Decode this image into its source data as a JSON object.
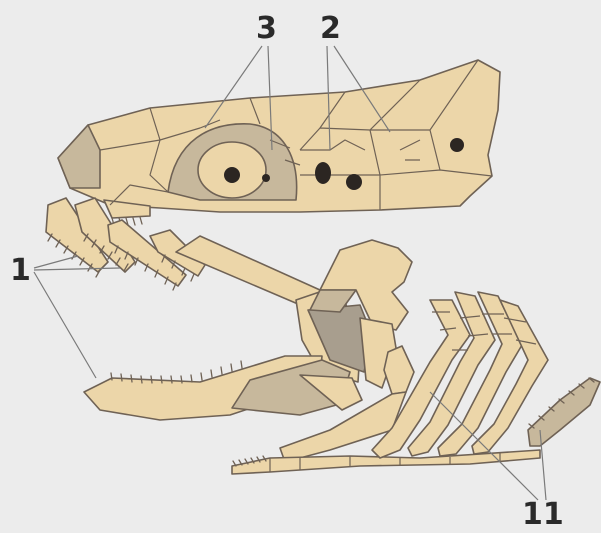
{
  "callouts": {
    "label_3": "3",
    "label_2": "2",
    "label_1": "1",
    "label_11": "11"
  },
  "colors": {
    "background": "#ececec",
    "bone": "#ecd6a9",
    "bone_shade": "#c7b89c",
    "bone_dark": "#a89e8e",
    "outline": "#6f6255",
    "foramen": "#2c2622",
    "leader": "#7a7a7a",
    "label_text": "#2a2a2a"
  }
}
